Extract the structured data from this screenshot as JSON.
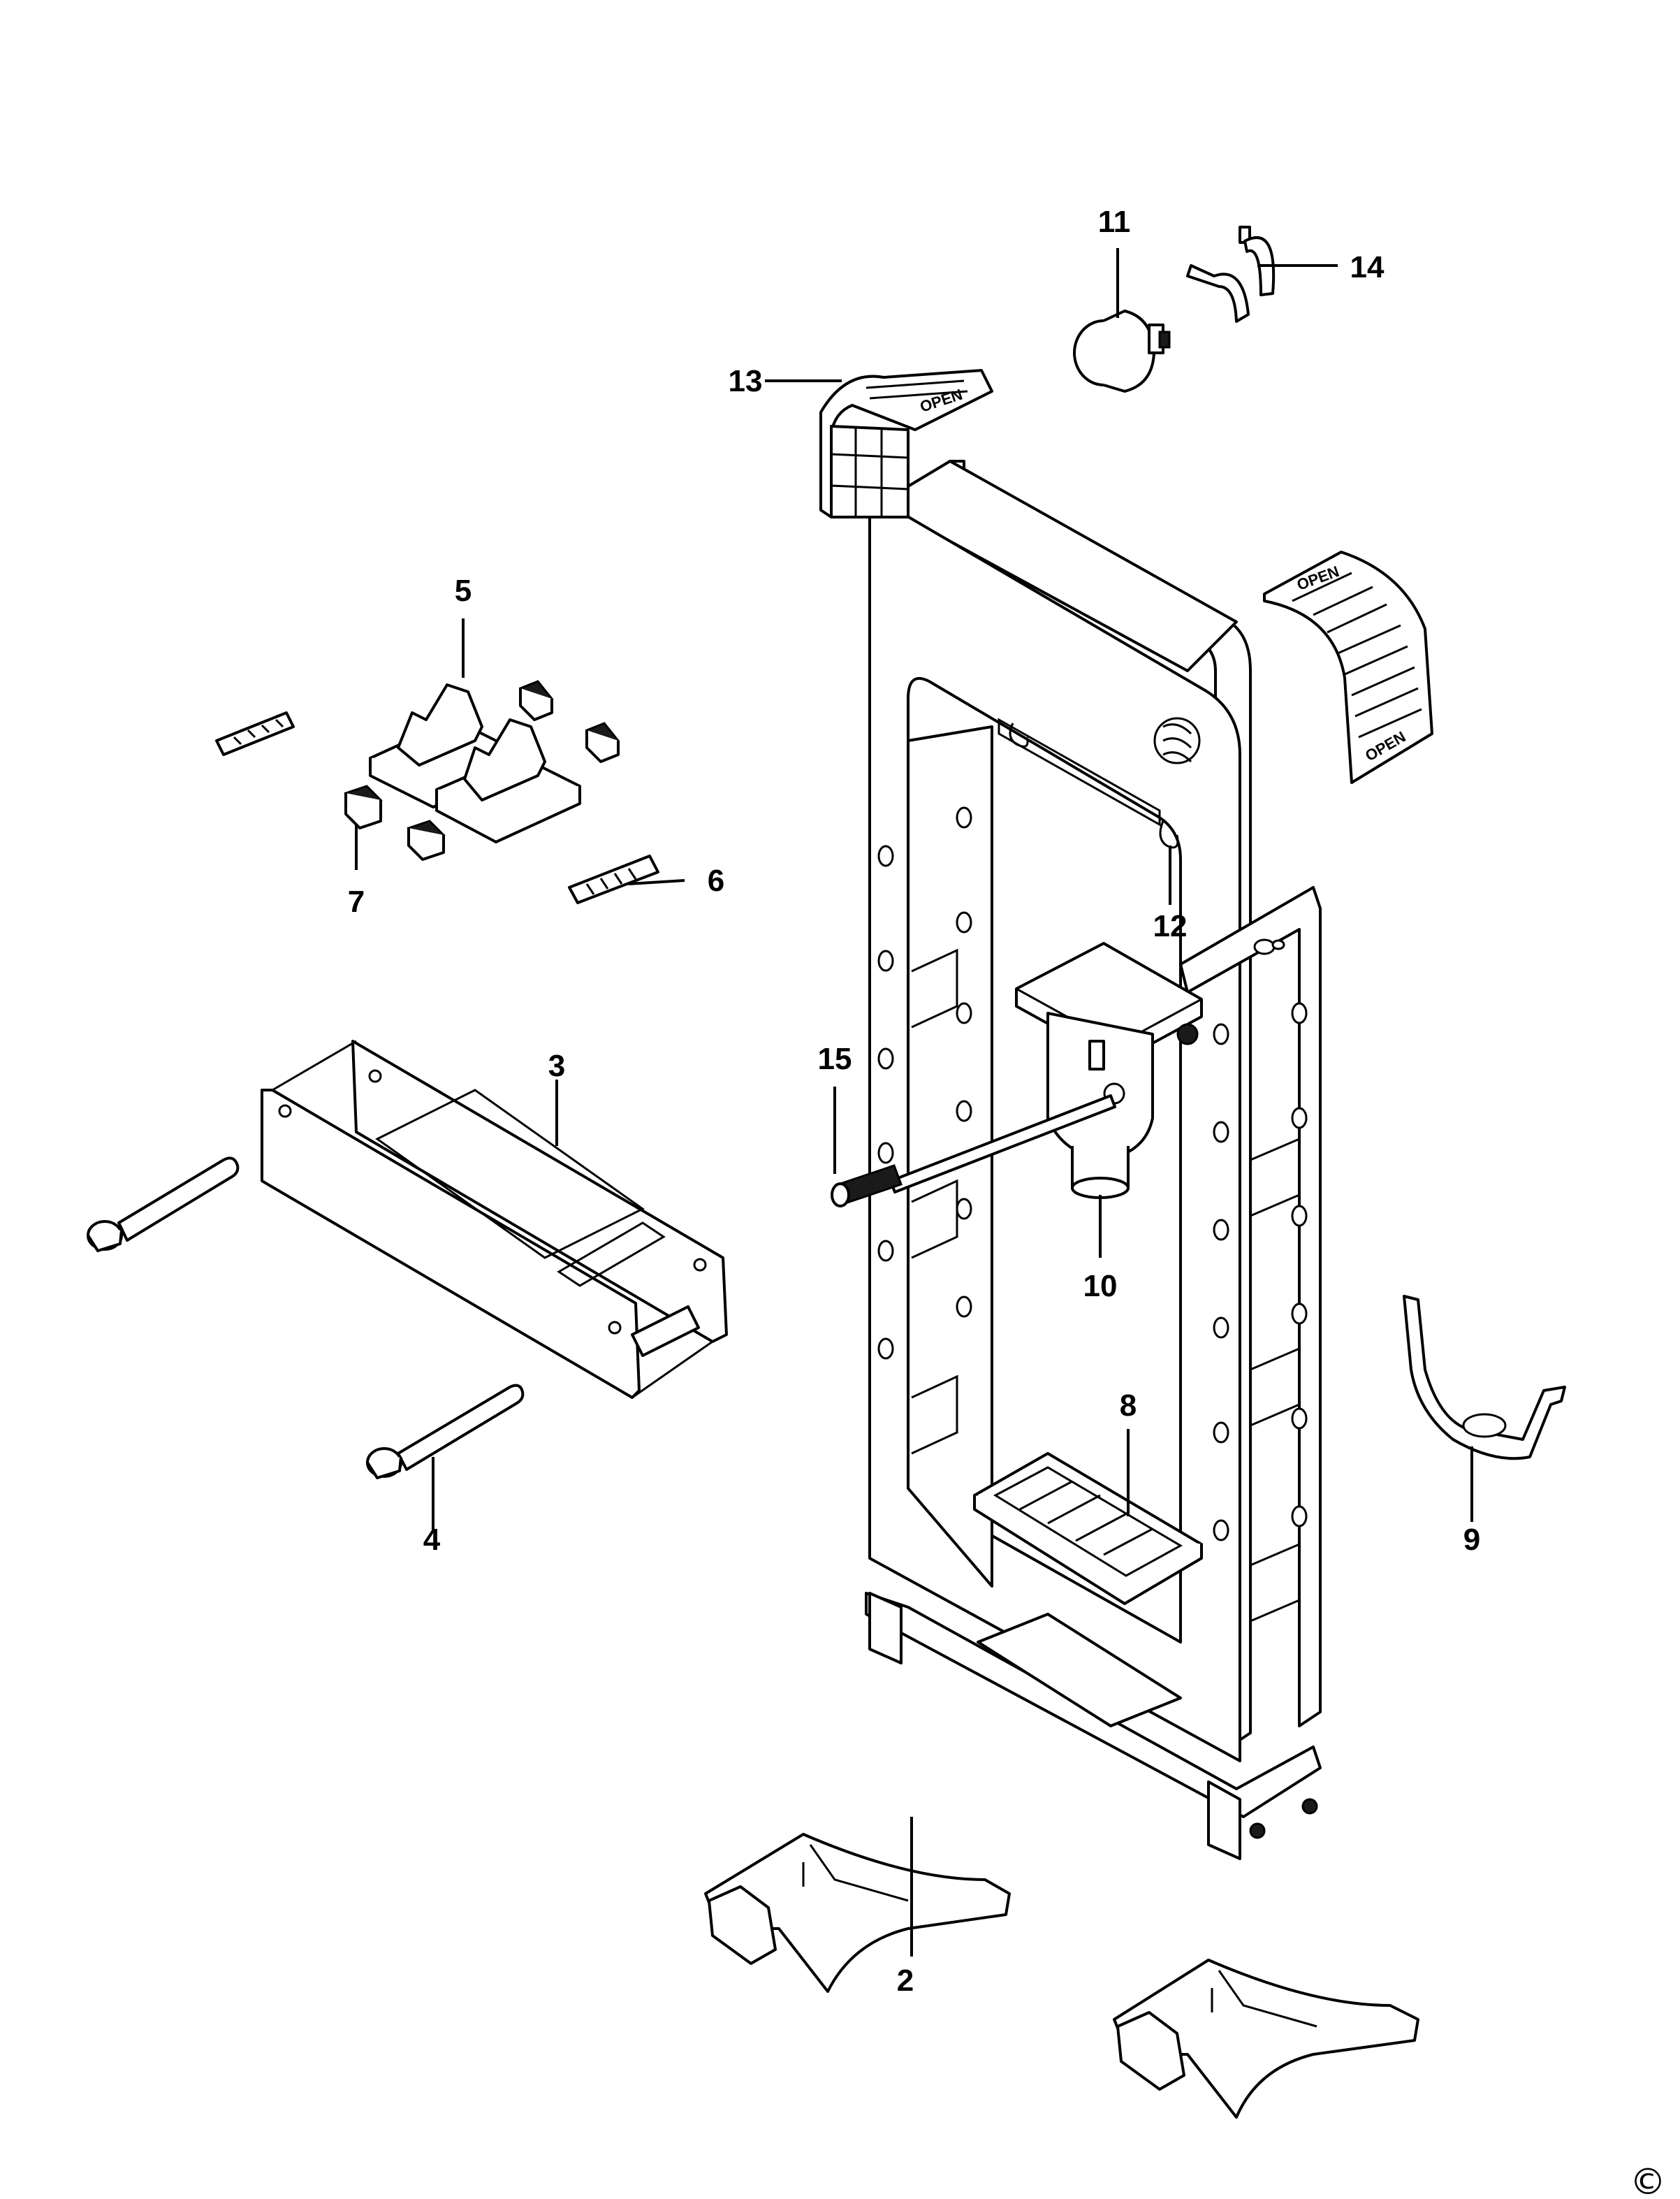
{
  "diagram": {
    "callouts": [
      "2",
      "3",
      "4",
      "5",
      "6",
      "7",
      "8",
      "9",
      "10",
      "11",
      "12",
      "13",
      "14",
      "15"
    ],
    "guard_label": "OPEN",
    "copyright_symbol": "©"
  }
}
